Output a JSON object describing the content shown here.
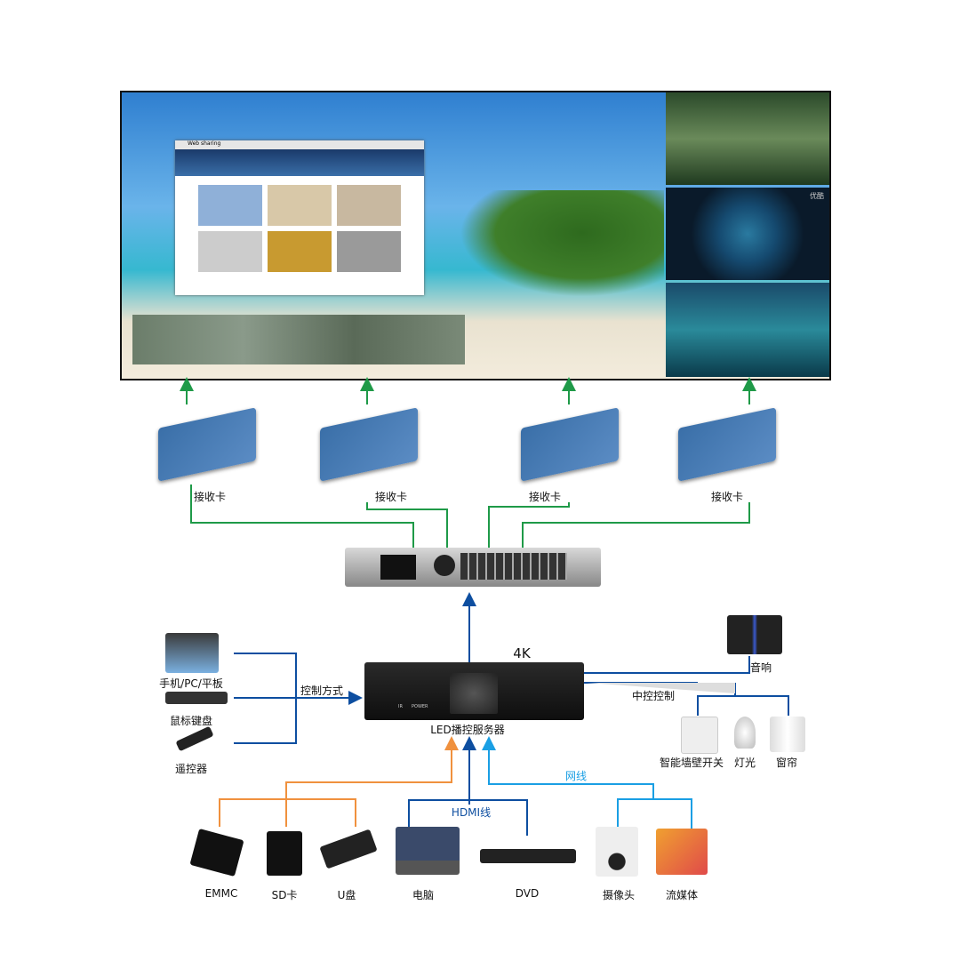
{
  "screen": {
    "window_title": "Web sharing",
    "right_panel_logo": "优酷"
  },
  "receivers": {
    "label": "接收卡"
  },
  "server": {
    "label": "LED播控服务器",
    "resolution": "4K",
    "ir": "IR",
    "power": "POWER"
  },
  "control": {
    "title": "控制方式",
    "inputs": [
      "手机/PC/平板",
      "鼠标键盘",
      "遥控器"
    ]
  },
  "outputs": {
    "speaker": "音响",
    "central": "中控控制",
    "devices": [
      "智能墙壁开关",
      "灯光",
      "窗帘"
    ]
  },
  "cables": {
    "hdmi": "HDMI线",
    "network": "网线"
  },
  "sources": [
    "EMMC",
    "SD卡",
    "U盘",
    "电脑",
    "DVD",
    "摄像头",
    "流媒体"
  ],
  "colors": {
    "green": "#1f9a48",
    "blue": "#0d4ea0",
    "orange": "#f0913e",
    "light_blue": "#1a9fe4"
  }
}
